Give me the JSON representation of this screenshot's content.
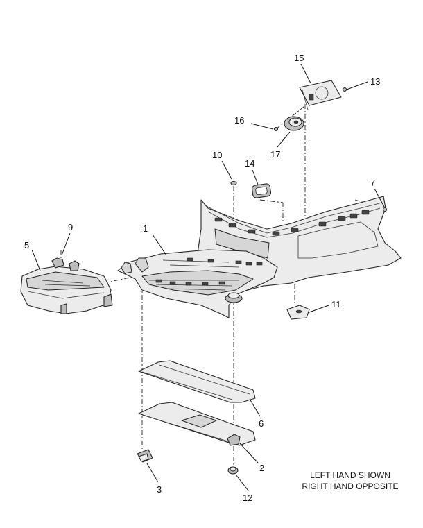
{
  "callouts": {
    "c1": "1",
    "c2": "2",
    "c3": "3",
    "c5": "5",
    "c6": "6",
    "c7": "7",
    "c9": "9",
    "c10": "10",
    "c11": "11",
    "c12": "12",
    "c13": "13",
    "c14": "14",
    "c15": "15",
    "c16": "16",
    "c17": "17"
  },
  "note": {
    "line1": "LEFT HAND SHOWN",
    "line2": "RIGHT HAND OPPOSITE"
  }
}
